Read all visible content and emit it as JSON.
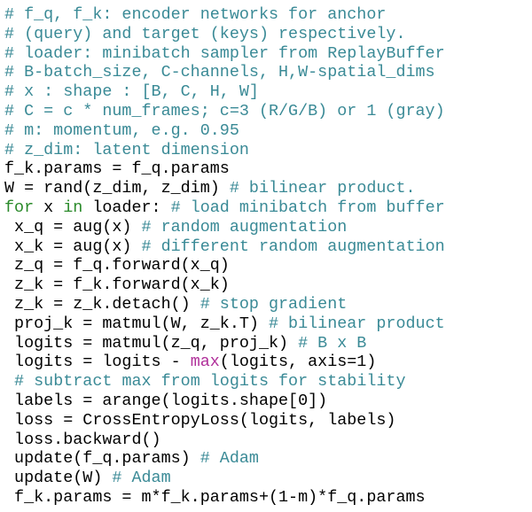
{
  "colors": {
    "comment": "#3a8a96",
    "keyword": "#2a8a2a",
    "builtin": "#b0309a",
    "text": "#000000",
    "background": "#ffffff"
  },
  "code_lines": [
    [
      {
        "t": "c",
        "s": "# f_q, f_k: encoder networks for anchor"
      }
    ],
    [
      {
        "t": "c",
        "s": "# (query) and target (keys) respectively."
      }
    ],
    [
      {
        "t": "c",
        "s": "# loader: minibatch sampler from ReplayBuffer"
      }
    ],
    [
      {
        "t": "c",
        "s": "# B-batch_size, C-channels, H,W-spatial_dims"
      }
    ],
    [
      {
        "t": "c",
        "s": "# x : shape : [B, C, H, W]"
      }
    ],
    [
      {
        "t": "c",
        "s": "# C = c * num_frames; c=3 (R/G/B) or 1 (gray)"
      }
    ],
    [
      {
        "t": "c",
        "s": "# m: momentum, e.g. 0.95"
      }
    ],
    [
      {
        "t": "c",
        "s": "# z_dim: latent dimension"
      }
    ],
    [
      {
        "t": "p",
        "s": "f_k.params = f_q.params"
      }
    ],
    [
      {
        "t": "p",
        "s": "W = rand(z_dim, z_dim) "
      },
      {
        "t": "c",
        "s": "# bilinear product."
      }
    ],
    [
      {
        "t": "k",
        "s": "for"
      },
      {
        "t": "p",
        "s": " x "
      },
      {
        "t": "k",
        "s": "in"
      },
      {
        "t": "p",
        "s": " loader: "
      },
      {
        "t": "c",
        "s": "# load minibatch from buffer"
      }
    ],
    [
      {
        "t": "p",
        "s": " x_q = aug(x) "
      },
      {
        "t": "c",
        "s": "# random augmentation"
      }
    ],
    [
      {
        "t": "p",
        "s": " x_k = aug(x) "
      },
      {
        "t": "c",
        "s": "# different random augmentation"
      }
    ],
    [
      {
        "t": "p",
        "s": " z_q = f_q.forward(x_q)"
      }
    ],
    [
      {
        "t": "p",
        "s": " z_k = f_k.forward(x_k)"
      }
    ],
    [
      {
        "t": "p",
        "s": " z_k = z_k.detach() "
      },
      {
        "t": "c",
        "s": "# stop gradient"
      }
    ],
    [
      {
        "t": "p",
        "s": " proj_k = matmul(W, z_k.T) "
      },
      {
        "t": "c",
        "s": "# bilinear product"
      }
    ],
    [
      {
        "t": "p",
        "s": " logits = matmul(z_q, proj_k) "
      },
      {
        "t": "c",
        "s": "# B x B"
      }
    ],
    [
      {
        "t": "p",
        "s": " logits = logits - "
      },
      {
        "t": "b",
        "s": "max"
      },
      {
        "t": "p",
        "s": "(logits, axis=1)"
      }
    ],
    [
      {
        "t": "p",
        "s": " "
      },
      {
        "t": "c",
        "s": "# subtract max from logits for stability"
      }
    ],
    [
      {
        "t": "p",
        "s": " labels = arange(logits.shape[0])"
      }
    ],
    [
      {
        "t": "p",
        "s": " loss = CrossEntropyLoss(logits, labels)"
      }
    ],
    [
      {
        "t": "p",
        "s": " loss.backward()"
      }
    ],
    [
      {
        "t": "p",
        "s": " update(f_q.params) "
      },
      {
        "t": "c",
        "s": "# Adam"
      }
    ],
    [
      {
        "t": "p",
        "s": " update(W) "
      },
      {
        "t": "c",
        "s": "# Adam"
      }
    ],
    [
      {
        "t": "p",
        "s": " f_k.params = m*f_k.params+(1-m)*f_q.params"
      }
    ]
  ]
}
